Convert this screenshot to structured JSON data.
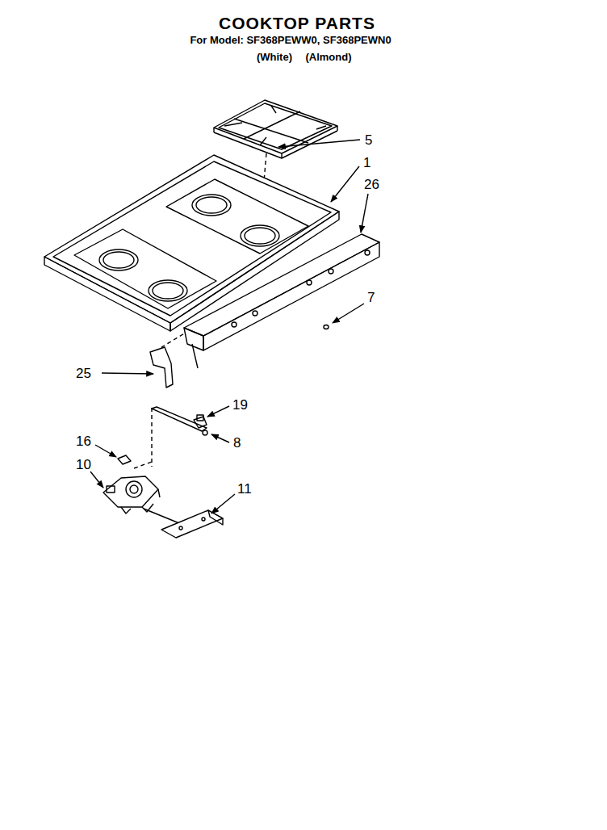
{
  "diagram": {
    "title": "COOKTOP PARTS",
    "labels": [
      "For Model: SF368PEWW0, SF368PEWN0",
      "(White)",
      "(Almond)",
      "5",
      "1",
      "26",
      "7",
      "25",
      "19",
      "8",
      "16",
      "10",
      "11"
    ]
  }
}
